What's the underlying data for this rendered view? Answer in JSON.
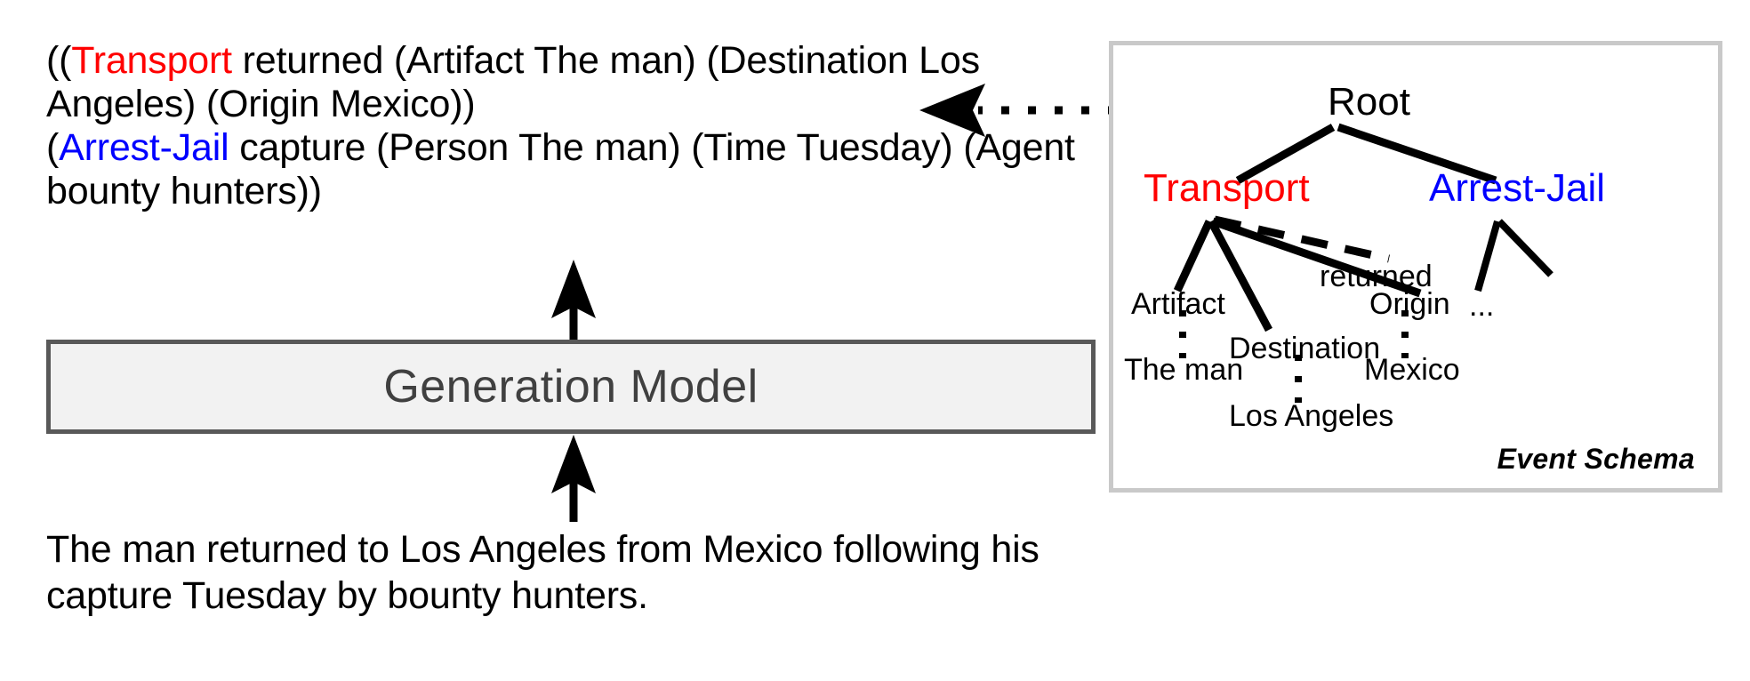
{
  "output": {
    "lines": [
      "((Transport returned (Artifact The man) (Destination Los Angeles) (Origin Mexico))",
      "(Arrest-Jail capture (Person The man) (Time Tuesday) (Agent bounty hunters))"
    ],
    "segments": [
      {
        "text": "((",
        "color": "#000000"
      },
      {
        "text": "Transport",
        "color": "#ff0000"
      },
      {
        "text": " returned (Artifact The man) (Destination Los Angeles) (Origin Mexico))",
        "color": "#000000"
      },
      {
        "text": "(",
        "color": "#000000"
      },
      {
        "text": "Arrest-Jail",
        "color": "#0000ff"
      },
      {
        "text": " capture (Person The man) (Time Tuesday) (Agent bounty hunters))",
        "color": "#000000"
      }
    ],
    "prefix_open": "((",
    "event_one": "Transport",
    "event_one_rest": " returned (Artifact The man) (Destination Los Angeles) (Origin Mexico))",
    "line_two_open": "(",
    "event_two": "Arrest-Jail",
    "event_two_rest": " capture (Person The man) (Time Tuesday) (Agent bounty hunters))"
  },
  "model": {
    "label": "Generation Model",
    "box_fill": "#f2f2f2",
    "box_border": "#595959",
    "text_color": "#404040"
  },
  "input": {
    "sentence": "The man returned to Los Angeles from Mexico following his capture Tuesday by bounty hunters."
  },
  "schema": {
    "caption": "Event Schema",
    "border_color": "#c9c9c9",
    "nodes": {
      "root": "Root",
      "transport": "Transport",
      "arrest": "Arrest-Jail",
      "trigger": "returned",
      "artifact": "Artifact",
      "destination": "Destination",
      "origin": "Origin",
      "the_man": "The man",
      "los_angeles": "Los Angeles",
      "mexico": "Mexico",
      "ellipsis": "..."
    },
    "colors": {
      "transport": "#ff0000",
      "arrest": "#0000ff",
      "edge": "#000000"
    },
    "tree": {
      "root": "Root",
      "children": [
        {
          "label": "Transport",
          "color": "#ff0000",
          "trigger": "returned",
          "arguments": [
            {
              "role": "Artifact",
              "filler": "The man"
            },
            {
              "role": "Destination",
              "filler": "Los Angeles"
            },
            {
              "role": "Origin",
              "filler": "Mexico"
            }
          ]
        },
        {
          "label": "Arrest-Jail",
          "color": "#0000ff",
          "trigger": "",
          "arguments": [
            {
              "role": "...",
              "filler": ""
            }
          ]
        }
      ]
    }
  }
}
